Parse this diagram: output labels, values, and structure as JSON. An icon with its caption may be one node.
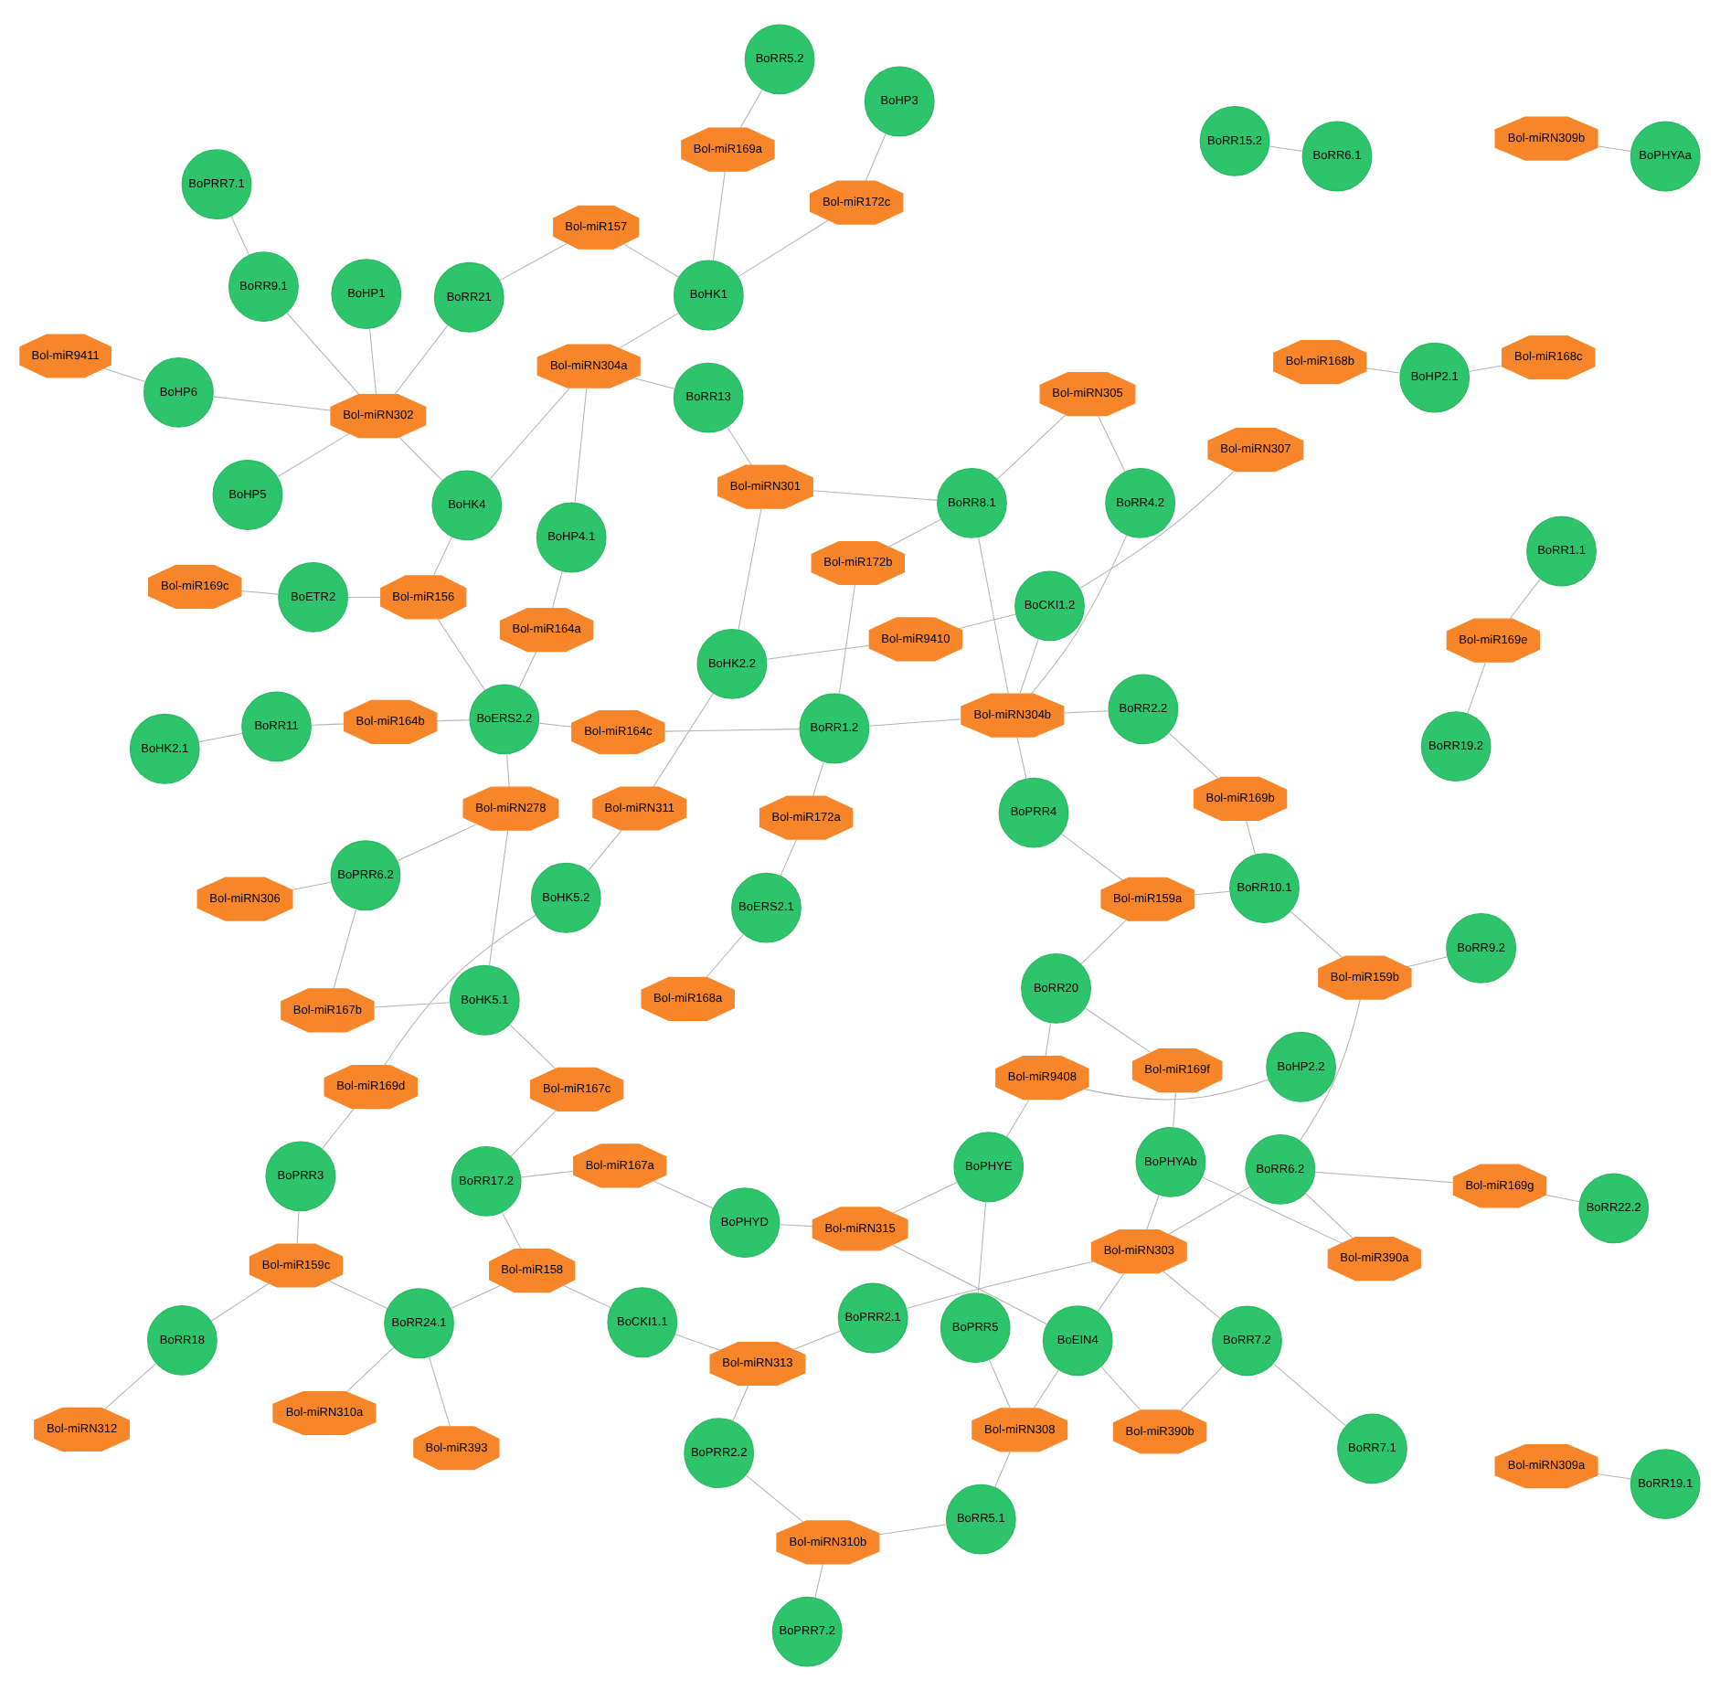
{
  "diagram": {
    "nodes": [
      {
        "text": [
          "Bol-miR390a"
        ]
      },
      {
        "text": [
          "Bol-miR390b"
        ]
      },
      {
        "text": [
          "Bol-miR9408"
        ]
      },
      {
        "text": [
          "Bol-miRN303"
        ]
      },
      {
        "text": [
          "Bol-miRN308"
        ]
      },
      {
        "text": [
          "Bol-miRN310b"
        ]
      },
      {
        "text": [
          "Bol-miRN313"
        ]
      },
      {
        "text": [
          "Bol-miRN315"
        ]
      },
      {
        "text": [
          "Bol-miR158"
        ]
      },
      {
        "text": [
          "Bol-miR167a"
        ]
      },
      {
        "text": [
          "Bol-miR167b"
        ]
      },
      {
        "text": [
          "Bol-miR167c"
        ]
      },
      {
        "text": [
          "Bol-miR393"
        ]
      },
      {
        "text": [
          "Bol-miRN278"
        ]
      },
      {
        "text": [
          "Bol-miRN306"
        ]
      },
      {
        "text": [
          "Bol-miRN310a"
        ]
      },
      {
        "text": [
          "Bol-miR164a"
        ]
      },
      {
        "text": [
          "Bol-miR164b"
        ]
      },
      {
        "text": [
          "Bol-miR164c"
        ]
      },
      {
        "text": [
          "Bol-miR156"
        ]
      },
      {
        "text": [
          "Bol-miR169c"
        ]
      },
      {
        "text": [
          "Bol-miR9411"
        ]
      },
      {
        "text": [
          "Bol-miRN302"
        ]
      },
      {
        "text": [
          "Bol-miRN304a"
        ]
      },
      {
        "text": [
          "Bol-miR157"
        ]
      },
      {
        "text": [
          "Bol-miR168a"
        ]
      },
      {
        "text": [
          "Bol-miR168b"
        ]
      },
      {
        "text": [
          "Bol-miR168c"
        ]
      },
      {
        "text": [
          "Bol-miR169a"
        ]
      },
      {
        "text": [
          "Bol-miR172a"
        ]
      },
      {
        "text": [
          "Bol-miR172b"
        ]
      },
      {
        "text": [
          "Bol-miR172c"
        ]
      },
      {
        "text": [
          "Bol-miR9410"
        ]
      },
      {
        "text": [
          "Bol-miRN301"
        ]
      },
      {
        "text": [
          "Bol-miRN304b"
        ]
      },
      {
        "text": [
          "Bol-miRN305"
        ]
      },
      {
        "text": [
          "Bol-miRN307"
        ]
      },
      {
        "text": [
          "Bol-miRN309a"
        ]
      },
      {
        "text": [
          "Bol-miRN309b"
        ]
      },
      {
        "text": [
          "Bol-miRN311"
        ]
      },
      {
        "text": [
          "Bol-miRN312"
        ]
      },
      {
        "text": [
          "Bol-miR159a"
        ]
      },
      {
        "text": [
          "Bol-miR159b"
        ]
      },
      {
        "text": [
          "Bol-miR159c"
        ]
      },
      {
        "text": [
          "Bol-miR169b"
        ]
      },
      {
        "text": [
          "Bol-miR169d"
        ]
      },
      {
        "text": [
          "Bol-miR169e"
        ]
      },
      {
        "text": [
          "Bol-miR169f"
        ]
      },
      {
        "text": [
          "Bol-miR169g"
        ]
      },
      {
        "text": [
          "BoRR22.2"
        ]
      },
      {
        "text": [
          "BoRR7.2"
        ]
      },
      {
        "text": [
          "BoHP2.2"
        ]
      },
      {
        "text": [
          "BoRR1.1"
        ]
      },
      {
        "text": [
          "BoPRR3"
        ]
      },
      {
        "text": [
          "BoPRR2.1"
        ]
      },
      {
        "text": [
          "BoRR6.2"
        ]
      },
      {
        "text": [
          "BoEIN4"
        ]
      },
      {
        "text": [
          "BoRR20"
        ]
      },
      {
        "text": [
          "BoPHYAb"
        ]
      },
      {
        "text": [
          "BoRR7.1"
        ]
      },
      {
        "text": [
          "BoHK2.1"
        ]
      },
      {
        "text": [
          "BoRR5.1"
        ]
      },
      {
        "text": [
          "BoPRR5"
        ]
      },
      {
        "text": [
          "BoRR18"
        ]
      },
      {
        "text": [
          "BoRR9.2"
        ]
      },
      {
        "text": [
          "BoPRR7.2"
        ]
      },
      {
        "text": [
          "BoHK5.2"
        ]
      },
      {
        "text": [
          "BoRR10.1"
        ]
      },
      {
        "text": [
          "BoPHYE"
        ]
      },
      {
        "text": [
          "BoPRR2.2"
        ]
      },
      {
        "text": [
          "BoCKI1.1"
        ]
      },
      {
        "text": [
          "BoRR4.2"
        ]
      },
      {
        "text": [
          "BoRR19.2"
        ]
      },
      {
        "text": [
          "BoRR24.1"
        ]
      },
      {
        "text": [
          "BoPHYAa"
        ]
      },
      {
        "text": [
          "BoRR2.2"
        ]
      },
      {
        "text": [
          "BoRR17.2"
        ]
      },
      {
        "text": [
          "BoPHYD"
        ]
      },
      {
        "text": [
          "BoRR19.1"
        ]
      },
      {
        "text": [
          "BoCKI1.2"
        ]
      },
      {
        "text": [
          "BoPRR6.2"
        ]
      },
      {
        "text": [
          "BoHK5.1"
        ]
      },
      {
        "text": [
          "BoRR8.1"
        ]
      },
      {
        "text": [
          "BoHK2.2"
        ]
      },
      {
        "text": [
          "BoRR15.2"
        ]
      },
      {
        "text": [
          "BoERS2.2"
        ]
      },
      {
        "text": [
          "BoPRR4"
        ]
      },
      {
        "text": [
          "BoHP3"
        ]
      },
      {
        "text": [
          "BoHP4.1"
        ]
      },
      {
        "text": [
          "BoRR9.1"
        ]
      },
      {
        "text": [
          "BoRR6.1"
        ]
      },
      {
        "text": [
          "BoRR1.2"
        ]
      },
      {
        "text": [
          "BoRR11"
        ]
      },
      {
        "text": [
          "BoHP1"
        ]
      },
      {
        "text": [
          "BoETR2"
        ]
      },
      {
        "text": [
          "BoPRR7.1"
        ]
      },
      {
        "text": [
          "BoRR13"
        ]
      },
      {
        "text": [
          "BoRR21"
        ]
      },
      {
        "text": [
          "BoHP6"
        ]
      },
      {
        "text": [
          "BoRR5.2"
        ]
      },
      {
        "text": [
          "BoHP2.1"
        ]
      },
      {
        "text": [
          "BoERS2.1"
        ]
      },
      {
        "text": [
          "BoHP5"
        ]
      },
      {
        "text": [
          "BoHK1"
        ]
      },
      {
        "text": [
          "BoHK4"
        ]
      }
    ],
    "edges": [
      {
        "from": 0,
        "to": 55,
        "arrow": "none"
      },
      {
        "from": 0,
        "to": 58,
        "arrow": "none"
      },
      {
        "from": 1,
        "to": 50,
        "arrow": "none"
      },
      {
        "from": 1,
        "to": 56,
        "arrow": "none"
      },
      {
        "from": 2,
        "to": 51,
        "arrow": "none"
      },
      {
        "from": 2,
        "to": 57,
        "arrow": "none"
      },
      {
        "from": 2,
        "to": 68,
        "arrow": "none"
      },
      {
        "from": 3,
        "to": 54,
        "arrow": "none"
      },
      {
        "from": 3,
        "to": 50,
        "arrow": "none"
      },
      {
        "from": 3,
        "to": 55,
        "arrow": "none"
      },
      {
        "from": 3,
        "to": 56,
        "arrow": "none"
      },
      {
        "from": 3,
        "to": 58,
        "arrow": "none"
      },
      {
        "from": 4,
        "to": 61,
        "arrow": "none"
      },
      {
        "from": 4,
        "to": 62,
        "arrow": "none"
      },
      {
        "from": 4,
        "to": 56,
        "arrow": "none"
      },
      {
        "from": 5,
        "to": 61,
        "arrow": "none"
      },
      {
        "from": 5,
        "to": 65,
        "arrow": "none"
      },
      {
        "from": 5,
        "to": 69,
        "arrow": "none"
      },
      {
        "from": 6,
        "to": 54,
        "arrow": "none"
      },
      {
        "from": 6,
        "to": 69,
        "arrow": "none"
      },
      {
        "from": 6,
        "to": 70,
        "arrow": "none"
      },
      {
        "from": 7,
        "to": 56,
        "arrow": "none"
      },
      {
        "from": 7,
        "to": 77,
        "arrow": "none"
      },
      {
        "from": 7,
        "to": 68,
        "arrow": "none"
      },
      {
        "from": 8,
        "to": 73,
        "arrow": "none"
      },
      {
        "from": 8,
        "to": 70,
        "arrow": "none"
      },
      {
        "from": 8,
        "to": 76,
        "arrow": "none"
      },
      {
        "from": 9,
        "to": 76,
        "arrow": "none"
      },
      {
        "from": 9,
        "to": 77,
        "arrow": "none"
      },
      {
        "from": 10,
        "to": 80,
        "arrow": "none"
      },
      {
        "from": 10,
        "to": 81,
        "arrow": "none"
      },
      {
        "from": 11,
        "to": 81,
        "arrow": "none"
      },
      {
        "from": 11,
        "to": 76,
        "arrow": "none"
      },
      {
        "from": 12,
        "to": 73,
        "arrow": "none"
      },
      {
        "from": 13,
        "to": 81,
        "arrow": "none"
      },
      {
        "from": 13,
        "to": 85,
        "arrow": "none"
      },
      {
        "from": 13,
        "to": 80,
        "arrow": "none"
      },
      {
        "from": 14,
        "to": 80,
        "arrow": "none"
      },
      {
        "from": 15,
        "to": 73,
        "arrow": "none"
      },
      {
        "from": 16,
        "to": 85,
        "arrow": "none"
      },
      {
        "from": 16,
        "to": 88,
        "arrow": "none"
      },
      {
        "from": 17,
        "to": 85,
        "arrow": "none"
      },
      {
        "from": 17,
        "to": 92,
        "arrow": "none"
      },
      {
        "from": 18,
        "to": 85,
        "arrow": "none"
      },
      {
        "from": 18,
        "to": 91,
        "arrow": "none"
      },
      {
        "from": 19,
        "to": 85,
        "arrow": "none"
      },
      {
        "from": 19,
        "to": 104,
        "arrow": "none"
      },
      {
        "from": 19,
        "to": 94,
        "arrow": "none"
      },
      {
        "from": 20,
        "to": 94,
        "arrow": "none"
      },
      {
        "from": 21,
        "to": 98,
        "arrow": "none"
      },
      {
        "from": 22,
        "to": 104,
        "arrow": "none"
      },
      {
        "from": 22,
        "to": 102,
        "arrow": "none"
      },
      {
        "from": 22,
        "to": 98,
        "arrow": "none"
      },
      {
        "from": 22,
        "to": 89,
        "arrow": "none"
      },
      {
        "from": 22,
        "to": 97,
        "arrow": "none"
      },
      {
        "from": 22,
        "to": 93,
        "arrow": "none"
      },
      {
        "from": 23,
        "to": 103,
        "arrow": "none"
      },
      {
        "from": 23,
        "to": 104,
        "arrow": "none"
      },
      {
        "from": 23,
        "to": 88,
        "arrow": "none"
      },
      {
        "from": 23,
        "to": 96,
        "arrow": "none"
      },
      {
        "from": 24,
        "to": 97,
        "arrow": "none"
      },
      {
        "from": 24,
        "to": 103,
        "arrow": "none"
      },
      {
        "from": 25,
        "to": 101,
        "arrow": "none"
      },
      {
        "from": 26,
        "to": 100,
        "arrow": "none"
      },
      {
        "from": 27,
        "to": 100,
        "arrow": "none"
      },
      {
        "from": 28,
        "to": 99,
        "arrow": "none"
      },
      {
        "from": 28,
        "to": 103,
        "arrow": "none"
      },
      {
        "from": 29,
        "to": 91,
        "arrow": "none"
      },
      {
        "from": 29,
        "to": 101,
        "arrow": "none"
      },
      {
        "from": 30,
        "to": 91,
        "arrow": "none"
      },
      {
        "from": 30,
        "to": 82,
        "arrow": "none"
      },
      {
        "from": 31,
        "to": 87,
        "arrow": "none"
      },
      {
        "from": 31,
        "to": 103,
        "arrow": "none"
      },
      {
        "from": 32,
        "to": 83,
        "arrow": "none"
      },
      {
        "from": 32,
        "to": 79,
        "arrow": "none"
      },
      {
        "from": 33,
        "to": 83,
        "arrow": "none"
      },
      {
        "from": 33,
        "to": 82,
        "arrow": "none"
      },
      {
        "from": 33,
        "to": 96,
        "arrow": "none"
      },
      {
        "from": 34,
        "to": 75,
        "arrow": "none"
      },
      {
        "from": 34,
        "to": 79,
        "arrow": "none"
      },
      {
        "from": 34,
        "to": 82,
        "arrow": "none"
      },
      {
        "from": 34,
        "to": 86,
        "arrow": "none"
      },
      {
        "from": 34,
        "to": 91,
        "arrow": "none"
      },
      {
        "from": 34,
        "to": 71,
        "arrow": "none"
      },
      {
        "from": 35,
        "to": 82,
        "arrow": "none"
      },
      {
        "from": 35,
        "to": 71,
        "arrow": "none"
      },
      {
        "from": 36,
        "to": 79,
        "arrow": "none"
      },
      {
        "from": 37,
        "to": 78,
        "arrow": "none"
      },
      {
        "from": 38,
        "to": 74,
        "arrow": "none"
      },
      {
        "from": 39,
        "to": 66,
        "arrow": "none"
      },
      {
        "from": 39,
        "to": 83,
        "arrow": "none"
      },
      {
        "from": 40,
        "to": 63,
        "arrow": "none"
      },
      {
        "from": 41,
        "to": 57,
        "arrow": "none"
      },
      {
        "from": 41,
        "to": 67,
        "arrow": "none"
      },
      {
        "from": 41,
        "to": 86,
        "arrow": "none"
      },
      {
        "from": 42,
        "to": 55,
        "arrow": "none"
      },
      {
        "from": 42,
        "to": 64,
        "arrow": "none"
      },
      {
        "from": 42,
        "to": 67,
        "arrow": "none"
      },
      {
        "from": 43,
        "to": 53,
        "arrow": "none"
      },
      {
        "from": 43,
        "to": 73,
        "arrow": "none"
      },
      {
        "from": 43,
        "to": 63,
        "arrow": "none"
      },
      {
        "from": 44,
        "to": 67,
        "arrow": "none"
      },
      {
        "from": 44,
        "to": 75,
        "arrow": "none"
      },
      {
        "from": 45,
        "to": 53,
        "arrow": "none"
      },
      {
        "from": 45,
        "to": 66,
        "arrow": "none"
      },
      {
        "from": 46,
        "to": 52,
        "arrow": "none"
      },
      {
        "from": 46,
        "to": 72,
        "arrow": "none"
      },
      {
        "from": 47,
        "to": 58,
        "arrow": "none"
      },
      {
        "from": 47,
        "to": 57,
        "arrow": "none"
      },
      {
        "from": 48,
        "to": 49,
        "arrow": "none"
      },
      {
        "from": 48,
        "to": 55,
        "arrow": "none"
      },
      {
        "from": 50,
        "to": 59,
        "arrow": "none"
      },
      {
        "from": 60,
        "to": 92,
        "arrow": "none"
      },
      {
        "from": 62,
        "to": 68,
        "arrow": "none"
      },
      {
        "from": 84,
        "to": 90,
        "arrow": "none"
      },
      {
        "from": 95,
        "to": 89,
        "arrow": "none"
      }
    ]
  }
}
